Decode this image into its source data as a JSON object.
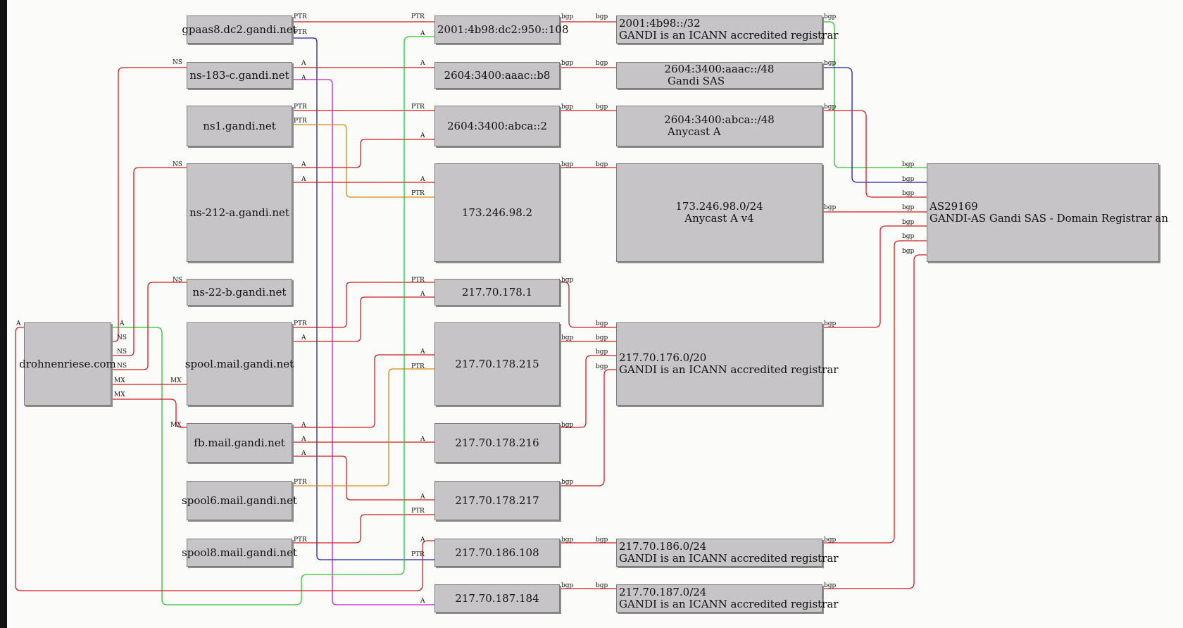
{
  "nodes": {
    "gpaas8": {
      "lines": [
        "gpaas8.dc2.gandi.net"
      ]
    },
    "ns183": {
      "lines": [
        "ns-183-c.gandi.net"
      ]
    },
    "ns1": {
      "lines": [
        "ns1.gandi.net"
      ]
    },
    "ns212": {
      "lines": [
        "ns-212-a.gandi.net"
      ]
    },
    "ns22": {
      "lines": [
        "ns-22-b.gandi.net"
      ]
    },
    "spool": {
      "lines": [
        "spool.mail.gandi.net"
      ]
    },
    "fbmail": {
      "lines": [
        "fb.mail.gandi.net"
      ]
    },
    "spool6": {
      "lines": [
        "spool6.mail.gandi.net"
      ]
    },
    "spool8": {
      "lines": [
        "spool8.mail.gandi.net"
      ]
    },
    "drohnenriese": {
      "lines": [
        "drohnenriese.com"
      ]
    },
    "ip_v6_108": {
      "lines": [
        "2001:4b98:dc2:950::108"
      ]
    },
    "ip_v6_b8": {
      "lines": [
        "2604:3400:aaac::b8"
      ]
    },
    "ip_v6_2": {
      "lines": [
        "2604:3400:abca::2"
      ]
    },
    "ip_173": {
      "lines": [
        "173.246.98.2"
      ]
    },
    "ip_178_1": {
      "lines": [
        "217.70.178.1"
      ]
    },
    "ip_178_215": {
      "lines": [
        "217.70.178.215"
      ]
    },
    "ip_178_216": {
      "lines": [
        "217.70.178.216"
      ]
    },
    "ip_178_217": {
      "lines": [
        "217.70.178.217"
      ]
    },
    "ip_186_108": {
      "lines": [
        "217.70.186.108"
      ]
    },
    "ip_187_184": {
      "lines": [
        "217.70.187.184"
      ]
    },
    "pfx_2001": {
      "lines": [
        "2001:4b98::/32",
        "GANDI is an ICANN accredited registrar"
      ]
    },
    "pfx_aaac": {
      "lines": [
        "2604:3400:aaac::/48",
        "Gandi SAS"
      ]
    },
    "pfx_abca": {
      "lines": [
        "2604:3400:abca::/48",
        "Anycast A"
      ]
    },
    "pfx_173": {
      "lines": [
        "173.246.98.0/24",
        "Anycast A v4"
      ]
    },
    "pfx_176": {
      "lines": [
        "217.70.176.0/20",
        "GANDI is an ICANN accredited registrar"
      ]
    },
    "pfx_186": {
      "lines": [
        "217.70.186.0/24",
        "GANDI is an ICANN accredited registrar"
      ]
    },
    "pfx_187": {
      "lines": [
        "217.70.187.0/24",
        "GANDI is an ICANN accredited registrar"
      ]
    },
    "as29169": {
      "lines": [
        "AS29169",
        "GANDI-AS Gandi SAS - Domain Registrar an"
      ]
    }
  },
  "edge_labels": {
    "ptr": "PTR",
    "a": "A",
    "ns": "NS",
    "mx": "MX",
    "bgp": "bgp"
  },
  "colors": {
    "red": "#cc1f1f",
    "green": "#2fc12f",
    "blue": "#1f1fa6",
    "magenta": "#c21fc2",
    "orange": "#d68a1a"
  }
}
